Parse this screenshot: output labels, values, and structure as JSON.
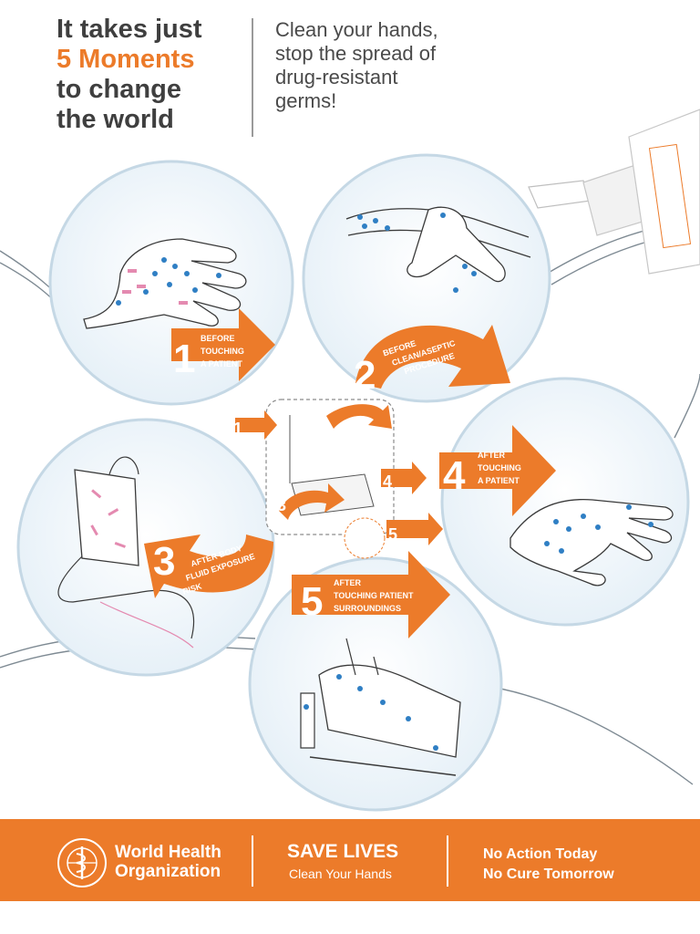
{
  "header": {
    "headline_line1": "It takes just",
    "headline_accent": "5 Moments",
    "headline_line3": "to change",
    "headline_line4": "the world",
    "tagline": "Clean your hands, stop the spread of drug-resistant germs!"
  },
  "moments": [
    {
      "number": "1",
      "line1": "BEFORE",
      "line2": "TOUCHING",
      "line3": "A PATIENT"
    },
    {
      "number": "2",
      "line1": "BEFORE",
      "line2": "CLEAN/ASEPTIC",
      "line3": "PROCEDURE"
    },
    {
      "number": "3",
      "line1": "AFTER BODY",
      "line2": "FLUID EXPOSURE",
      "line3": "RISK"
    },
    {
      "number": "4",
      "line1": "AFTER",
      "line2": "TOUCHING",
      "line3": "A PATIENT"
    },
    {
      "number": "5",
      "line1": "AFTER",
      "line2": "TOUCHING PATIENT",
      "line3": "SURROUNDINGS"
    }
  ],
  "colors": {
    "accent": "#ec7b2a",
    "germ_blue": "#2f7fc4",
    "germ_pink": "#e48ab0",
    "circle_fill": "#eef5fa"
  },
  "footer": {
    "org_line1": "World Health",
    "org_line2": "Organization",
    "save_lives": "SAVE LIVES",
    "clean_hands": "Clean Your Hands",
    "no_action": "No Action Today",
    "no_cure": "No Cure Tomorrow"
  }
}
